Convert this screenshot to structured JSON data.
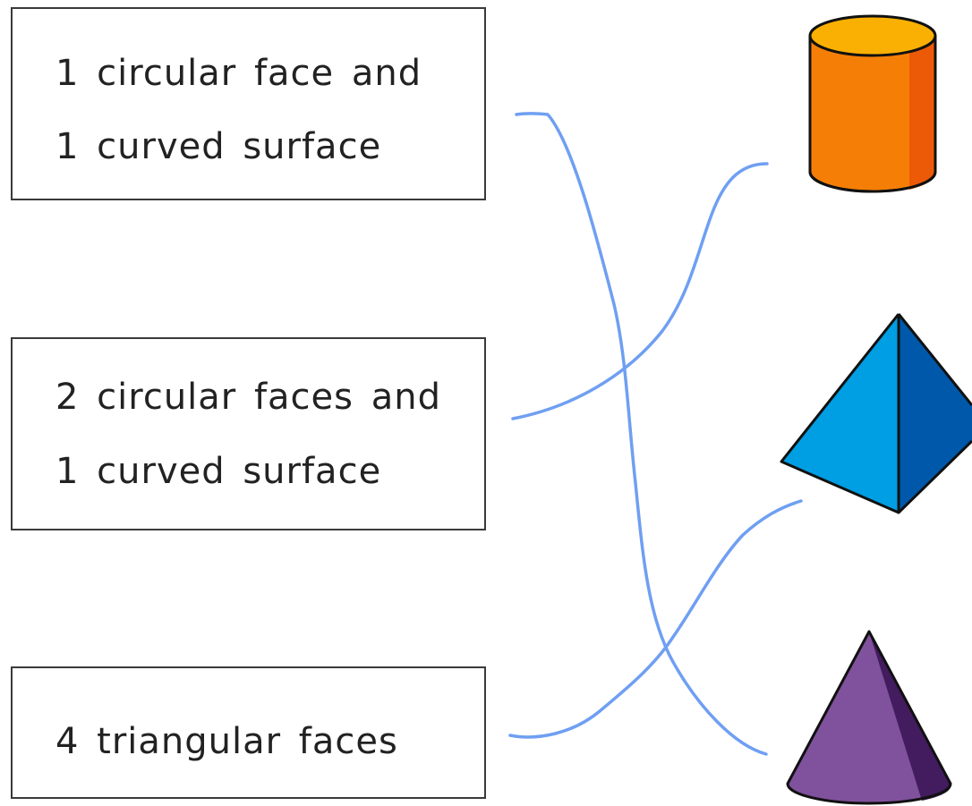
{
  "labels": [
    {
      "lines": [
        "1 circular face and",
        "1 curved surface"
      ]
    },
    {
      "lines": [
        "2 circular faces and",
        "1 curved surface"
      ]
    },
    {
      "lines": [
        "4 triangular faces"
      ]
    }
  ],
  "shapes": [
    {
      "name": "cylinder",
      "colors": {
        "body": "#F57F06",
        "shade": "#EC5A08",
        "top": "#FAB002"
      }
    },
    {
      "name": "pyramid",
      "colors": {
        "front": "#009EE3",
        "side": "#0058AA"
      }
    },
    {
      "name": "cone",
      "colors": {
        "front": "#80519C",
        "side": "#431B5F"
      }
    }
  ],
  "matches": [
    {
      "from_label": 0,
      "to_shape": 2
    },
    {
      "from_label": 1,
      "to_shape": 0
    },
    {
      "from_label": 2,
      "to_shape": 1
    }
  ],
  "styles": {
    "line_color": "#6F9FF2",
    "outline_color": "#111111",
    "box_border": "#3a3a3a"
  }
}
